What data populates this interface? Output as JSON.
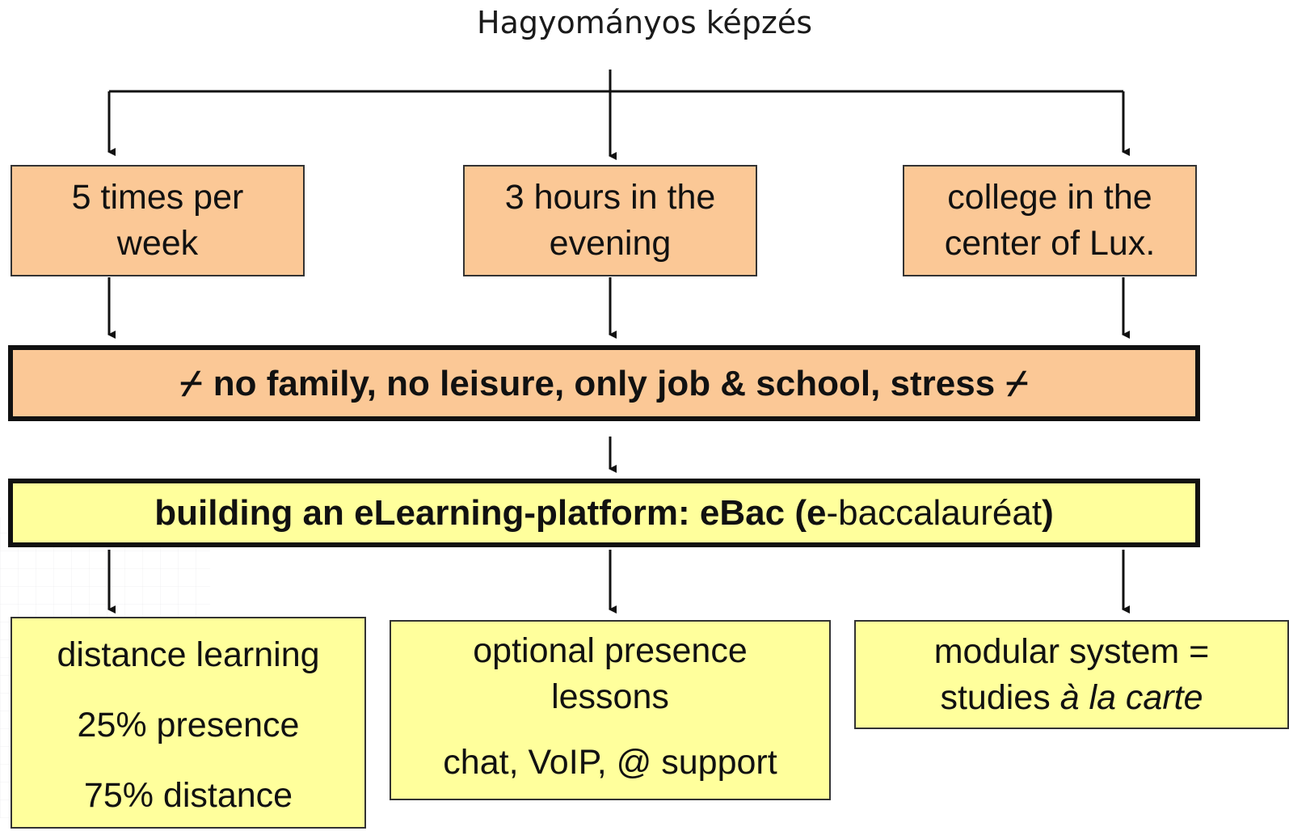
{
  "title": "Hagyományos képzés",
  "top_boxes": [
    {
      "line1": "5 times per",
      "line2": "week"
    },
    {
      "line1": "3 hours in the",
      "line2": "evening"
    },
    {
      "line1": "college in the",
      "line2": "center of Lux."
    }
  ],
  "problem": {
    "symbol_left": "⌿",
    "text": "no family, no leisure, only job & school, stress",
    "symbol_right": "⌿"
  },
  "solution": {
    "bold_part1": "building an eLearning-platform: eBac (",
    "bold_e": "e",
    "normal_part": "-baccalauréat",
    "bold_close": ")"
  },
  "bottom_boxes": {
    "distance": {
      "line1": "distance learning",
      "line2": "25% presence",
      "line3": "75% distance"
    },
    "presence": {
      "line1": "optional presence",
      "line2": "lessons",
      "line3": "chat, VoIP, @ support"
    },
    "modular": {
      "line1": "modular system =",
      "line2_prefix": "studies ",
      "line2_italic": "à la carte"
    }
  },
  "colors": {
    "orange": "#fbc896",
    "yellow": "#ffff9c",
    "line": "#111111"
  }
}
